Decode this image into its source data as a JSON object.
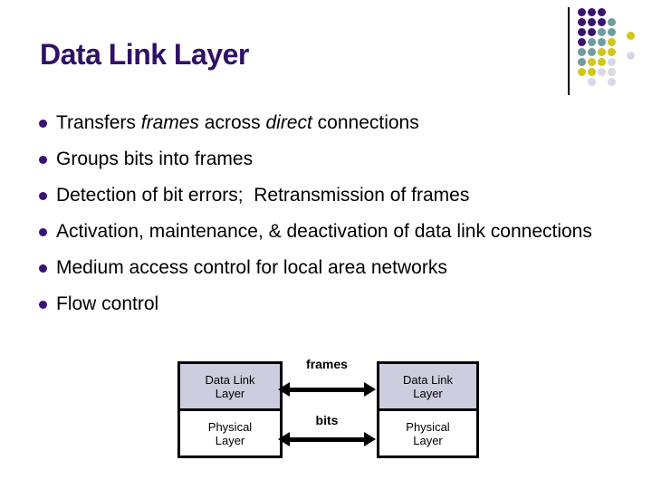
{
  "slide": {
    "title": "Data Link Layer",
    "title_color": "#2f1166",
    "background": "#ffffff"
  },
  "bullet_marker_color": "#3a1273",
  "bullets": [
    {
      "segments": [
        {
          "text": "Transfers ",
          "italic": false
        },
        {
          "text": "frames",
          "italic": true
        },
        {
          "text": " across ",
          "italic": false
        },
        {
          "text": "direct",
          "italic": true
        },
        {
          "text": " connections",
          "italic": false
        }
      ]
    },
    {
      "segments": [
        {
          "text": "Groups bits into frames",
          "italic": false
        }
      ]
    },
    {
      "segments": [
        {
          "text": "Detection of bit errors;  Retransmission of frames",
          "italic": false
        }
      ]
    },
    {
      "segments": [
        {
          "text": "Activation, maintenance, & deactivation of data link connections",
          "italic": false
        }
      ]
    },
    {
      "segments": [
        {
          "text": "Medium access control for local area networks",
          "italic": false
        }
      ]
    },
    {
      "segments": [
        {
          "text": "Flow control",
          "italic": false
        }
      ]
    }
  ],
  "decoration": {
    "line_color": "#000000",
    "dot_colors": {
      "P": "#3a1273",
      "T": "#6e9e9e",
      "Y": "#cfc719",
      "L": "#d9d9e6"
    },
    "pattern": [
      "PPP..",
      "PPPT.",
      "PPTTY",
      "PTTY.",
      "TTYYL",
      "TYYL.",
      "YYLL.",
      ".L.L."
    ]
  },
  "diagram": {
    "top_box_fill": "#cdcde0",
    "bottom_box_fill": "#ffffff",
    "left_stack": {
      "top_label": "Data Link Layer",
      "bottom_label": "Physical Layer"
    },
    "right_stack": {
      "top_label": "Data Link Layer",
      "bottom_label": "Physical Layer"
    },
    "arrows": [
      {
        "label": "frames"
      },
      {
        "label": "bits"
      }
    ]
  }
}
